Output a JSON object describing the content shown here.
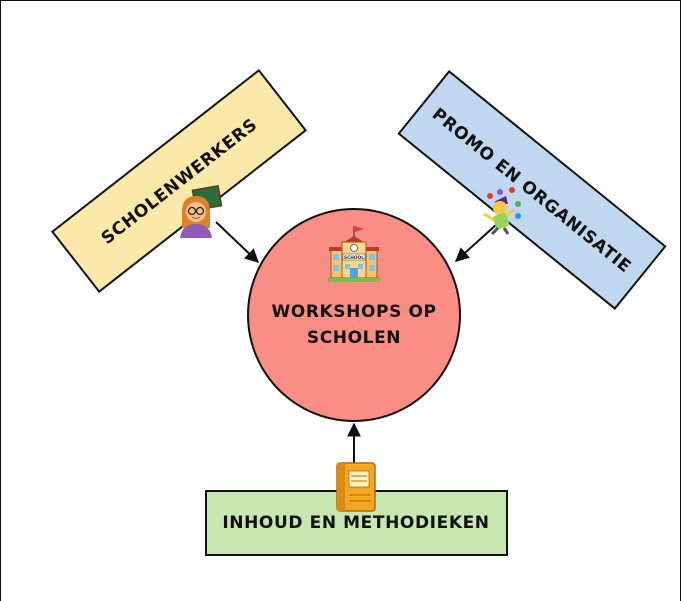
{
  "diagram": {
    "center": {
      "line1": "WORKSHOPS OP",
      "line2": "SCHOLEN",
      "fill": "#fa8d84",
      "icon": "school-building-icon",
      "sign_text": "SCHOOL"
    },
    "left_box": {
      "label": "SCHOLENWERKERS",
      "fill": "#fbe9a9",
      "icon": "teacher-icon"
    },
    "right_box": {
      "label": "PROMO EN ORGANISATIE",
      "fill": "#bfd8ef",
      "icon": "juggler-icon"
    },
    "bottom_box": {
      "label": "INHOUD EN METHODIEKEN",
      "fill": "#c8e6b0",
      "icon": "notebook-icon"
    }
  }
}
